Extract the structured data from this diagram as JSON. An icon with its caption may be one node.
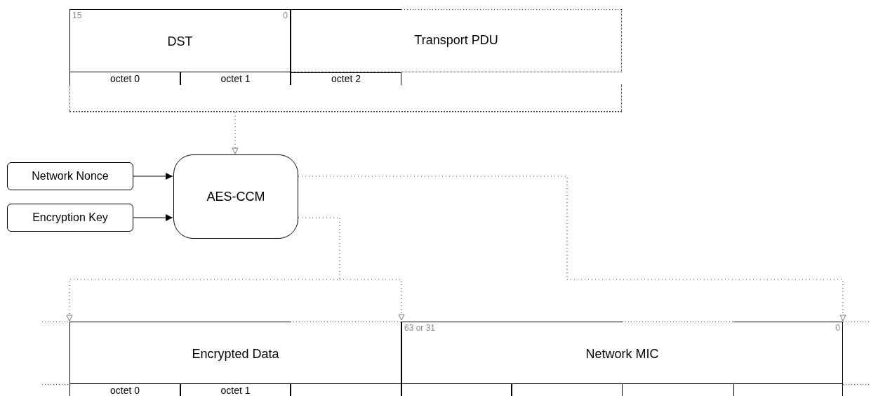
{
  "diagram": {
    "nodes": [
      {
        "text": [
          "15",
          "0",
          "DST"
        ]
      },
      {
        "text": [
          "Transport PDU"
        ]
      },
      {
        "text": [],
        "shape": "bracket"
      },
      {
        "text": [
          "Network Nonce"
        ]
      },
      {
        "text": [
          "Encryption Key"
        ]
      },
      {
        "text": [
          "AES-CCM"
        ]
      },
      {
        "text": [
          "Encrypted Data"
        ]
      },
      {
        "text": [
          "63 or 31",
          "0",
          "Network MIC"
        ]
      }
    ],
    "edges": [
      {
        "from": 2,
        "to": 5,
        "arrow": "to",
        "style": "dashed"
      },
      {
        "from": 3,
        "to": 5,
        "arrow": "to"
      },
      {
        "from": 4,
        "to": 5,
        "arrow": "to"
      },
      {
        "from": 5,
        "to": 6,
        "arrow": "to",
        "style": "dashed"
      },
      {
        "from": 5,
        "to": 7,
        "arrow": "to",
        "style": "dashed"
      }
    ],
    "labels": [
      "octet 0",
      "octet 1",
      "octet 2",
      "octet 0",
      "octet 1"
    ]
  }
}
